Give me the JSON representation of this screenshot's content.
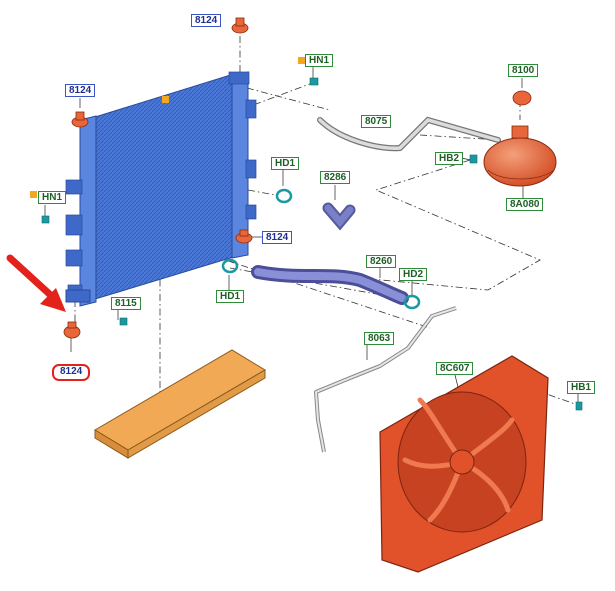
{
  "diagram": {
    "labels": {
      "l8124_top": "8124",
      "l8124_left": "8124",
      "l8124_mid": "8124",
      "l8124_callout": "8124",
      "hn1_top": "HN1",
      "hn1_left": "HN1",
      "hd1_top": "HD1",
      "hd1_bottom": "HD1",
      "hd2": "HD2",
      "l8075": "8075",
      "l8286": "8286",
      "l8260": "8260",
      "l8100": "8100",
      "hb2": "HB2",
      "l8a080": "8A080",
      "l8115": "8115",
      "l8063": "8063",
      "l8c607": "8C607",
      "hb1": "HB1"
    },
    "colors": {
      "radiator": "#4a78d8",
      "fan_shroud": "#e2522a",
      "reservoir": "#e8663a",
      "foam_pad": "#f2a955",
      "hose": "#6b72c8",
      "callout": "#e2221b",
      "label_blue": "#3b55c8",
      "label_green": "#2f8a3a"
    }
  }
}
